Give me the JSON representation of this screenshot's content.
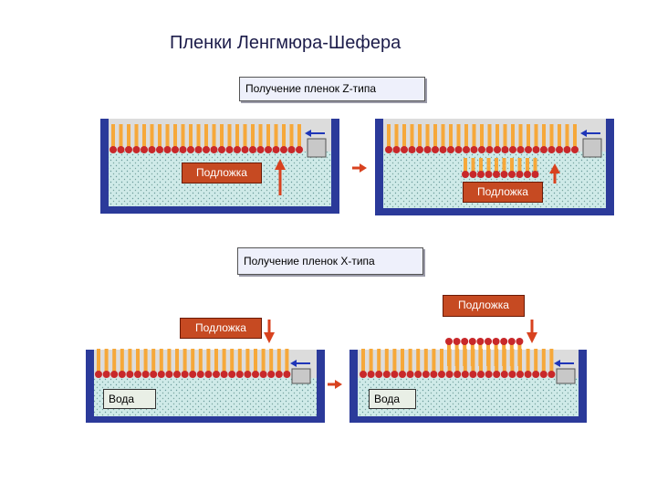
{
  "title": "Пленки Ленгмюра-Шефера",
  "z_type": {
    "caption": "Получение пленок Z-типа",
    "substrate_left": "Подложка",
    "substrate_right": "Подложка"
  },
  "x_type": {
    "caption": "Получение пленок X-типа",
    "substrate_left": "Подложка",
    "substrate_right": "Подложка",
    "water_left": "Вода",
    "water_right": "Вода"
  },
  "colors": {
    "trough_wall": "#2b3a9a",
    "water": "#cfeae8",
    "molecule_tail": "#f6a83a",
    "molecule_head": "#c8282a",
    "substrate": "#c64a22",
    "arrow_up_down": "#d8421f",
    "arrow_barrier": "#1f36b8",
    "barrier": "#c8c8c8"
  }
}
